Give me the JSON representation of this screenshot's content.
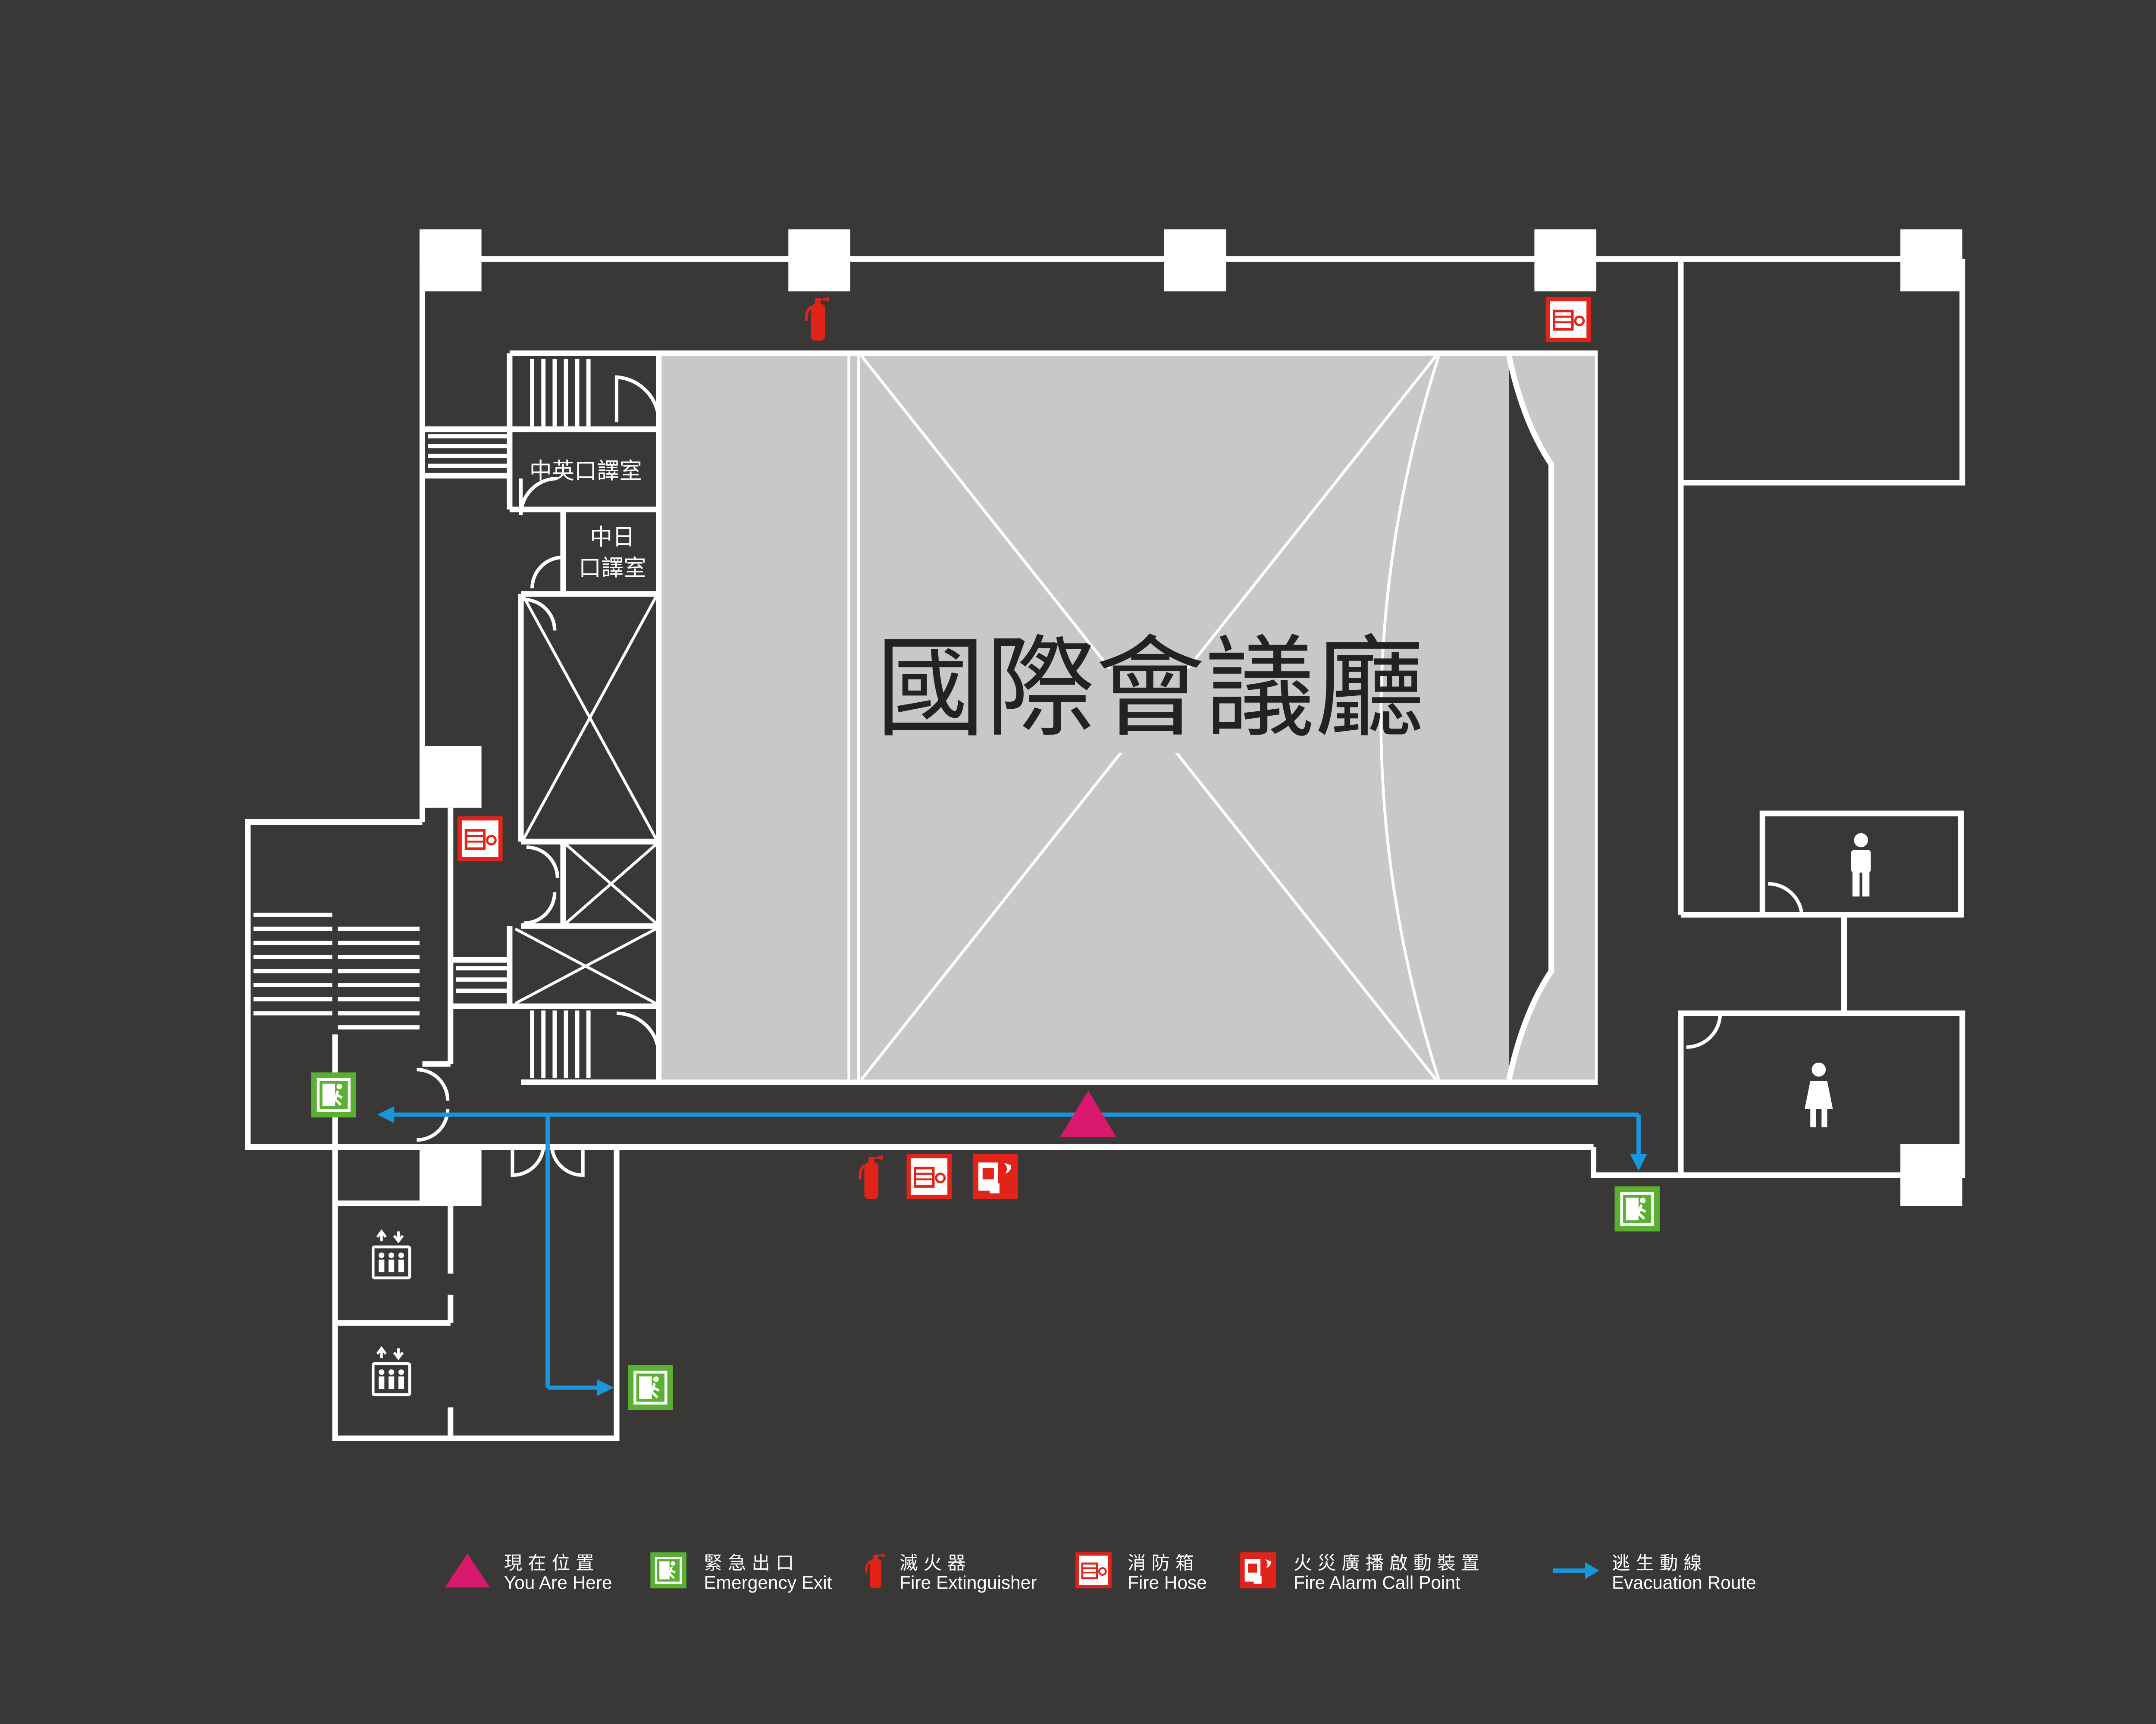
{
  "map": {
    "hall_name": "國際會議廳",
    "rooms": {
      "interp_cn_en": "中英口譯室",
      "interp_cn_jp_line1": "中日",
      "interp_cn_jp_line2": "口譯室"
    }
  },
  "colors": {
    "background": "#3a3837",
    "wall": "#ffffff",
    "hall_floor": "#c8c8c8",
    "you_are_here": "#d8196e",
    "route": "#1a96dc",
    "exit_green": "#5ab031",
    "fire_red": "#e2231a"
  },
  "legend": [
    {
      "icon": "you-are-here-icon",
      "zh": "現在位置",
      "en": "You Are Here"
    },
    {
      "icon": "emergency-exit-icon",
      "zh": "緊急出口",
      "en": "Emergency Exit"
    },
    {
      "icon": "fire-extinguisher-icon",
      "zh": "滅火器",
      "en": "Fire Extinguisher"
    },
    {
      "icon": "fire-hose-icon",
      "zh": "消防箱",
      "en": "Fire Hose"
    },
    {
      "icon": "fire-alarm-call-point-icon",
      "zh": "火災廣播啟動裝置",
      "en": "Fire Alarm Call Point"
    },
    {
      "icon": "evacuation-route-icon",
      "zh": "逃生動線",
      "en": "Evacuation Route"
    }
  ]
}
